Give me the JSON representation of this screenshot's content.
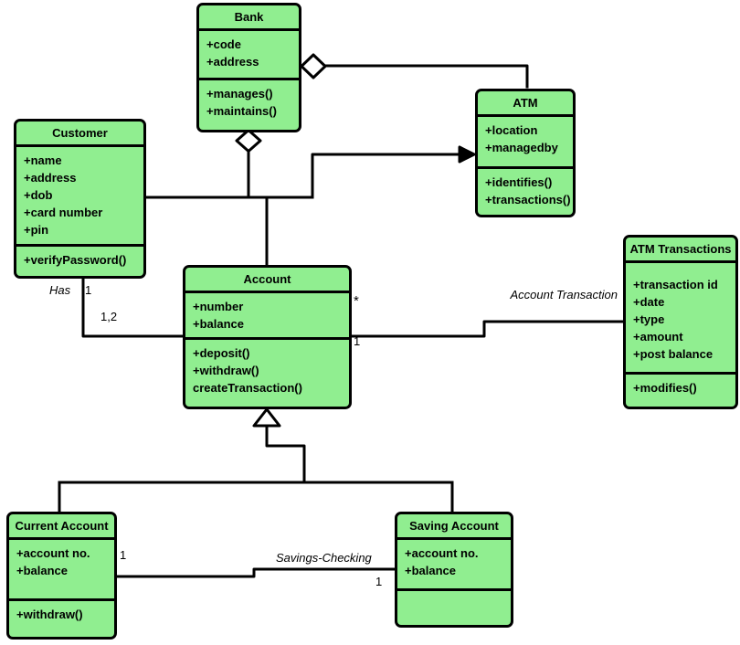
{
  "diagram_type": "uml-class-diagram",
  "colors": {
    "class_fill": "#90EE90",
    "line": "#000000",
    "background": "#FFFFFF"
  },
  "classes": {
    "bank": {
      "title": "Bank",
      "attributes": [
        "+code",
        "+address"
      ],
      "methods": [
        "+manages()",
        "+maintains()"
      ]
    },
    "customer": {
      "title": "Customer",
      "attributes": [
        "+name",
        "+address",
        "+dob",
        "+card number",
        "+pin"
      ],
      "methods": [
        "+verifyPassword()"
      ]
    },
    "atm": {
      "title": "ATM",
      "attributes": [
        "+location",
        "+managedby"
      ],
      "methods": [
        "+identifies()",
        "+transactions()"
      ]
    },
    "account": {
      "title": "Account",
      "attributes": [
        "+number",
        "+balance"
      ],
      "methods": [
        "+deposit()",
        "+withdraw()",
        "createTransaction()"
      ]
    },
    "atm_transactions": {
      "title": "ATM Transactions",
      "attributes": [
        "+transaction id",
        "+date",
        "+type",
        "+amount",
        "+post balance"
      ],
      "methods": [
        "+modifies()"
      ]
    },
    "current_account": {
      "title": "Current Account",
      "attributes": [
        "+account no.",
        "+balance"
      ],
      "methods": [
        "+withdraw()"
      ]
    },
    "saving_account": {
      "title": "Saving Account",
      "attributes": [
        "+account no.",
        "+balance"
      ],
      "methods": []
    }
  },
  "edge_labels": {
    "has": "Has",
    "has_customer_mult": "1",
    "has_account_mult": "1,2",
    "account_transaction": "Account Transaction",
    "account_many_mult": "*",
    "account_one_mult": "1",
    "savings_checking": "Savings-Checking",
    "current_account_mult": "1",
    "saving_account_mult": "1"
  }
}
